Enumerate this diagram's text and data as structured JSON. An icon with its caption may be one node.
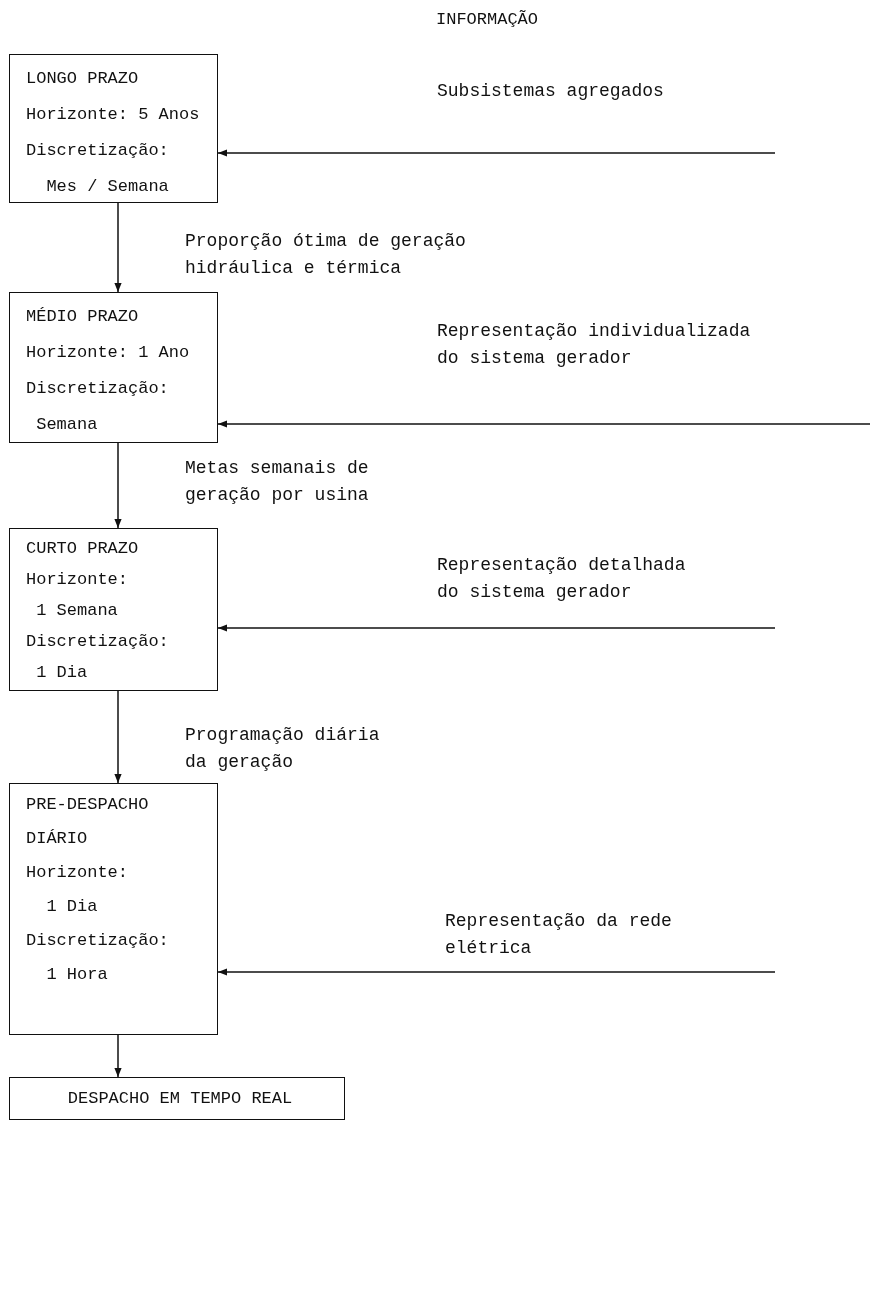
{
  "diagram": {
    "title": "INFORMAÇÃO",
    "nodes": [
      {
        "text": [
          "LONGO PRAZO",
          "Horizonte: 5 Anos",
          "Discretização:",
          "Mes / Semana"
        ]
      },
      {
        "text": [
          "MÉDIO PRAZO",
          "Horizonte: 1 Ano",
          "Discretização:",
          "Semana"
        ]
      },
      {
        "text": [
          "CURTO PRAZO",
          "Horizonte:",
          "1 Semana",
          "Discretização:",
          "1 Dia"
        ]
      },
      {
        "text": [
          "PRE-DESPACHO DIÁRIO",
          "Horizonte:",
          "1 Dia",
          "Discretização:",
          "1 Hora"
        ]
      },
      {
        "text": [
          "DESPACHO EM TEMPO REAL"
        ]
      }
    ],
    "edges": [
      {
        "from": null,
        "to": 0,
        "arrow": "to",
        "label": "Subsistemas agregados"
      },
      {
        "from": 0,
        "to": 1,
        "arrow": "to",
        "label": "Proporção ótima de geração hidráulica e térmica"
      },
      {
        "from": null,
        "to": 1,
        "arrow": "to",
        "label": "Representação individualizada do sistema gerador"
      },
      {
        "from": 1,
        "to": 2,
        "arrow": "to",
        "label": "Metas semanais de geração por usina"
      },
      {
        "from": null,
        "to": 2,
        "arrow": "to",
        "label": "Representação detalhada do sistema gerador"
      },
      {
        "from": 2,
        "to": 3,
        "arrow": "to",
        "label": "Programação diária da geração"
      },
      {
        "from": null,
        "to": 3,
        "arrow": "to",
        "label": "Representação da rede elétrica"
      },
      {
        "from": 3,
        "to": 4,
        "arrow": "to"
      }
    ]
  }
}
